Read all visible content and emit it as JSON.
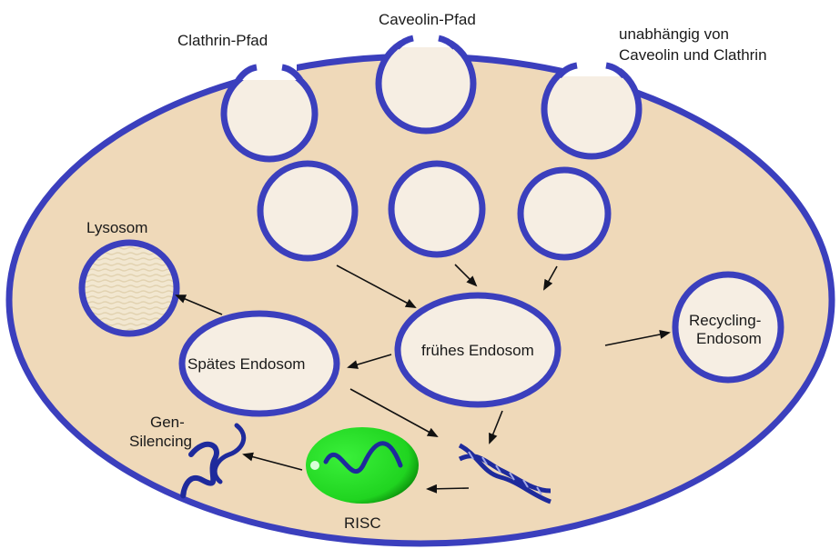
{
  "labels": {
    "clathrin_pathway": "Clathrin-Pfad",
    "caveolin_pathway": "Caveolin-Pfad",
    "independent_line1": "unabhängig von",
    "independent_line2": "Caveolin und Clathrin",
    "lysosome": "Lysosom",
    "early_endosome": "frühes Endosom",
    "late_endosome": "Spätes Endosom",
    "recycling_line1": "Recycling-",
    "recycling_line2": "Endosom",
    "gene_silencing_line1": "Gen-",
    "gene_silencing_line2": "Silencing",
    "risc": "RISC"
  },
  "colors": {
    "membrane": "#3b3fbd",
    "cytoplasm": "#efd9b9",
    "vesicle_fill": "#f6eee3",
    "risc": "#22dd22",
    "rna_strand": "#1e2a9c"
  }
}
